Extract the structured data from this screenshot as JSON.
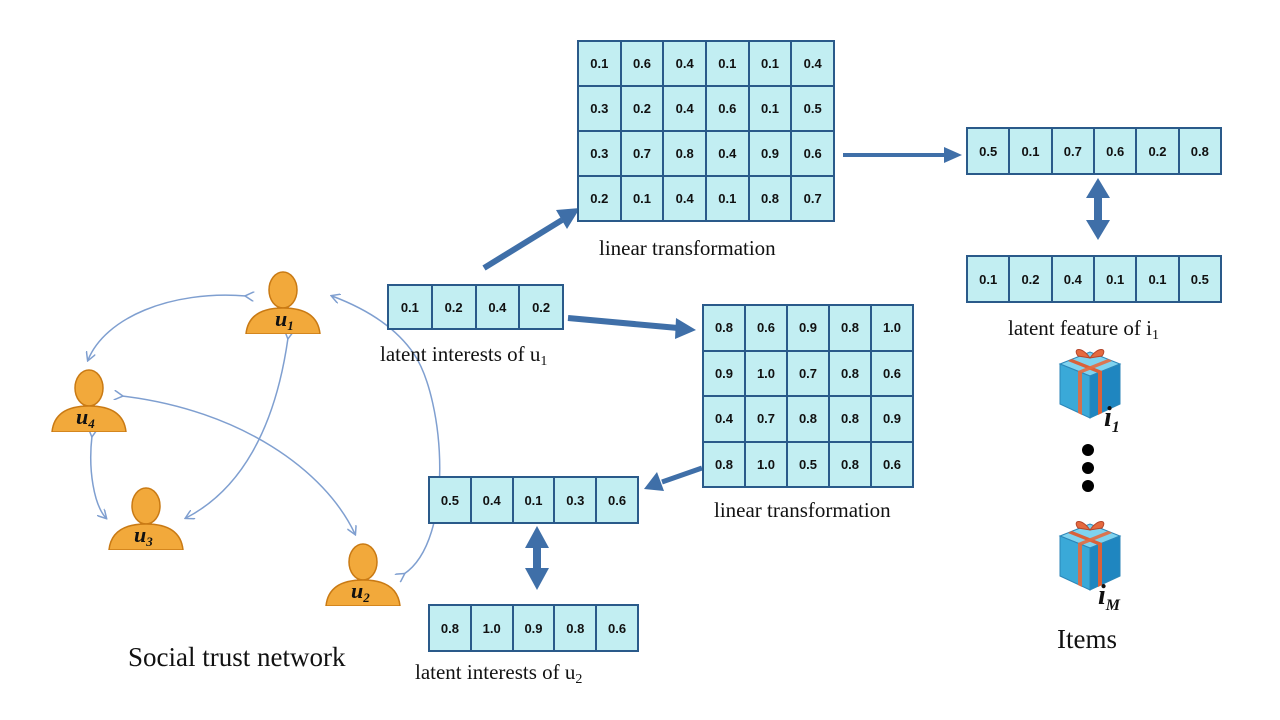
{
  "matrices": {
    "top_transform": [
      [
        "0.1",
        "0.6",
        "0.4",
        "0.1",
        "0.1",
        "0.4"
      ],
      [
        "0.3",
        "0.2",
        "0.4",
        "0.6",
        "0.1",
        "0.5"
      ],
      [
        "0.3",
        "0.7",
        "0.8",
        "0.4",
        "0.9",
        "0.6"
      ],
      [
        "0.2",
        "0.1",
        "0.4",
        "0.1",
        "0.8",
        "0.7"
      ]
    ],
    "bottom_transform": [
      [
        "0.8",
        "0.6",
        "0.9",
        "0.8",
        "1.0"
      ],
      [
        "0.9",
        "1.0",
        "0.7",
        "0.8",
        "0.6"
      ],
      [
        "0.4",
        "0.7",
        "0.8",
        "0.8",
        "0.9"
      ],
      [
        "0.8",
        "1.0",
        "0.5",
        "0.8",
        "0.6"
      ]
    ]
  },
  "vectors": {
    "u1_interests": [
      "0.1",
      "0.2",
      "0.4",
      "0.2"
    ],
    "u1_transformed": [
      "0.5",
      "0.1",
      "0.7",
      "0.6",
      "0.2",
      "0.8"
    ],
    "i1_feature": [
      "0.1",
      "0.2",
      "0.4",
      "0.1",
      "0.1",
      "0.5"
    ],
    "u1_to_u2_transformed": [
      "0.5",
      "0.4",
      "0.1",
      "0.3",
      "0.6"
    ],
    "u2_interests": [
      "0.8",
      "1.0",
      "0.9",
      "0.8",
      "0.6"
    ]
  },
  "labels": {
    "linear_transformation": "linear transformation",
    "latent_interests_of": "latent interests of",
    "latent_feature_of": "latent feature of",
    "u_letter": "u",
    "i_letter": "i",
    "sub_1": "1",
    "sub_2": "2",
    "social_trust_network": "Social trust network",
    "items": "Items"
  },
  "users": [
    {
      "letter": "u",
      "sub": "1"
    },
    {
      "letter": "u",
      "sub": "2"
    },
    {
      "letter": "u",
      "sub": "3"
    },
    {
      "letter": "u",
      "sub": "4"
    }
  ],
  "items": [
    {
      "letter": "i",
      "sub": "1"
    },
    {
      "letter": "i",
      "sub": "M"
    }
  ],
  "colors": {
    "cell_fill": "#c2eef2",
    "cell_border": "#2a5a8a",
    "arrow": "#3f6fa8",
    "network_line": "#7f9fd0",
    "person": "#f2a93b"
  }
}
